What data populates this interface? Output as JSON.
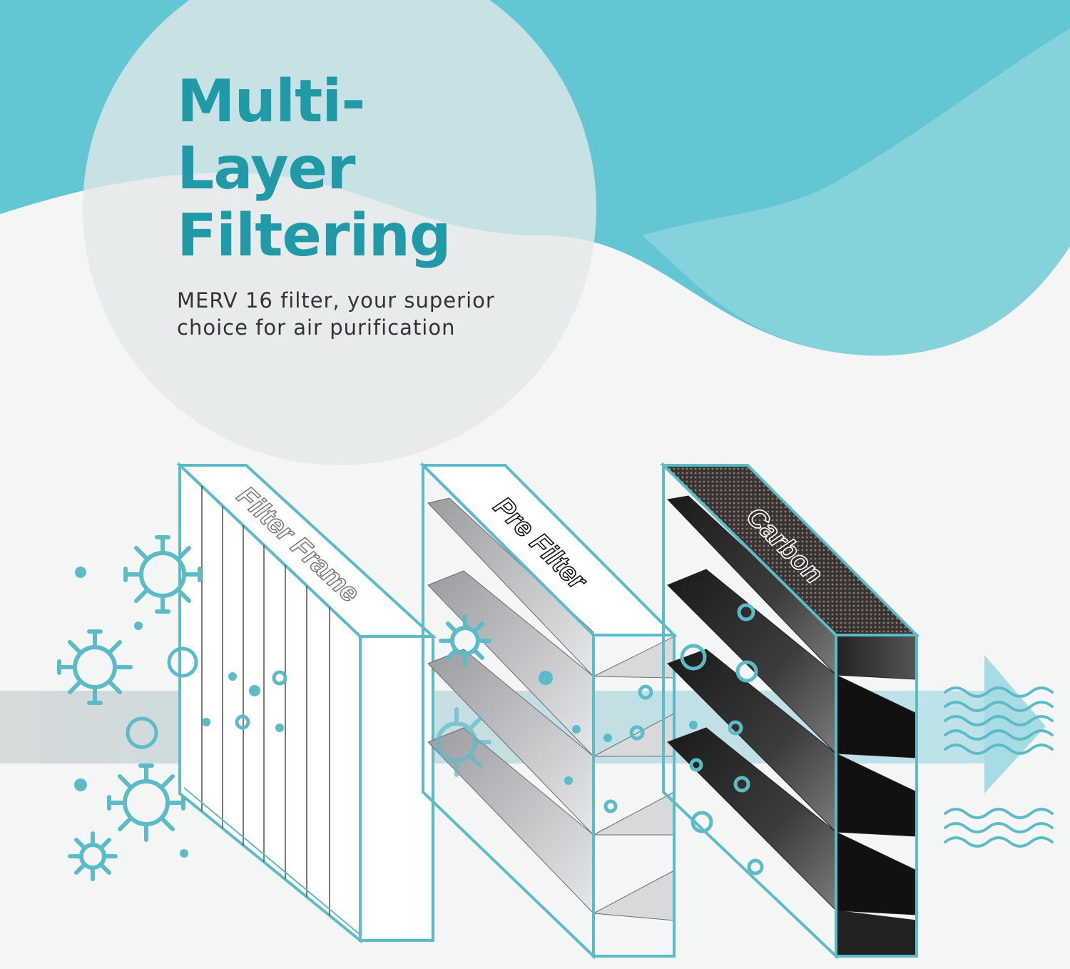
{
  "hero": {
    "title_line1": "Multi-",
    "title_line2": "Layer",
    "title_line3": "Filtering",
    "subtitle_line1": "MERV 16 filter, your superior",
    "subtitle_line2": "choice for air purification"
  },
  "layers": [
    {
      "label": "Filter Frame"
    },
    {
      "label": "Pre Filter"
    },
    {
      "label": "Carbon"
    }
  ],
  "colors": {
    "accent": "#1f9aa6",
    "teal_wave": "#62c6d4",
    "outline": "#5bbcc8",
    "background": "#f4f5f5"
  }
}
